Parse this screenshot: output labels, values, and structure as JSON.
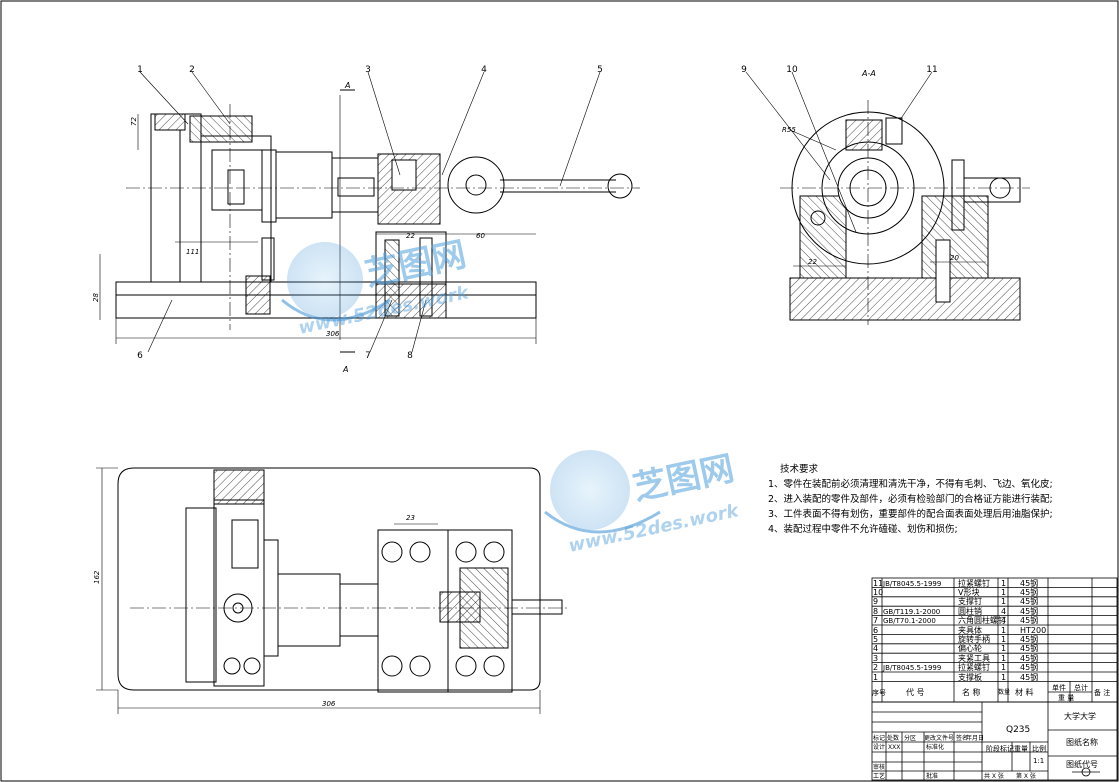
{
  "drawing": {
    "balloons": [
      "1",
      "2",
      "3",
      "4",
      "5",
      "6",
      "7",
      "8",
      "9",
      "10",
      "11"
    ],
    "section_markers": {
      "top": "A",
      "bottom": "A"
    },
    "section_title": "A-A",
    "dimensions": {
      "front_width": "306",
      "front_height": "28",
      "front_72": "72",
      "front_111": "111",
      "front_22": "22",
      "front_60": "60",
      "radius": "R55",
      "side_22": "22",
      "side_20": "20",
      "plan_23": "23",
      "plan_height": "162",
      "plan_width": "306"
    }
  },
  "watermark": {
    "brand": "芝图网",
    "url": "www.52des.work"
  },
  "requirements": {
    "title": "技术要求",
    "lines": [
      "1、零件在装配前必须清理和清洗干净，不得有毛刺、飞边、氧化皮;",
      "2、进入装配的零件及部件，必须有检验部门的合格证方能进行装配;",
      "3、工件表面不得有划伤，重要部件的配合面表面处理后用油脂保护;",
      "4、装配过程中零件不允许磕碰、划伤和损伤;"
    ]
  },
  "bom": {
    "rows": [
      {
        "no": "11",
        "std": "JB/T8045.5-1999",
        "name": "拉紧螺钉",
        "qty": "1",
        "mat": "45钢"
      },
      {
        "no": "10",
        "std": "",
        "name": "V形块",
        "qty": "1",
        "mat": "45钢"
      },
      {
        "no": "9",
        "std": "",
        "name": "支撑钉",
        "qty": "1",
        "mat": "45钢"
      },
      {
        "no": "8",
        "std": "GB/T119.1-2000",
        "name": "圆柱销",
        "qty": "4",
        "mat": "45钢"
      },
      {
        "no": "7",
        "std": "GB/T70.1-2000",
        "name": "六角圆柱螺钉",
        "qty": "4",
        "mat": "45钢"
      },
      {
        "no": "6",
        "std": "",
        "name": "夹具体",
        "qty": "1",
        "mat": "HT200"
      },
      {
        "no": "5",
        "std": "",
        "name": "旋转手柄",
        "qty": "1",
        "mat": "45钢"
      },
      {
        "no": "4",
        "std": "",
        "name": "偏心轮",
        "qty": "1",
        "mat": "45钢"
      },
      {
        "no": "3",
        "std": "",
        "name": "夹紧工具",
        "qty": "1",
        "mat": "45钢"
      },
      {
        "no": "2",
        "std": "JB/T8045.5-1999",
        "name": "拉紧螺钉",
        "qty": "1",
        "mat": "45钢"
      },
      {
        "no": "1",
        "std": "",
        "name": "支撑板",
        "qty": "1",
        "mat": "45钢"
      }
    ],
    "header": {
      "no": "序号",
      "code": "代 号",
      "name": "名 称",
      "qty": "数量",
      "mat": "材 料",
      "unit": "单件",
      "total": "总计",
      "weight": "重 量",
      "note": "备 注"
    }
  },
  "title_block": {
    "material": "Q235",
    "school": "大学大学",
    "drawing_name": "图纸名称",
    "drawing_code": "图纸代号",
    "scale_label": "比例",
    "scale": "1:1",
    "weight_label": "重量",
    "stage_label": "阶段标记",
    "mark_label": "标记",
    "count_label": "处数",
    "zone_label": "分区",
    "change_label": "更改文件号",
    "sign_label": "签名",
    "date_label": "年月日",
    "design_label": "设计",
    "design_value": "XXX",
    "std_label": "标准化",
    "review_label": "审核",
    "process_label": "工艺",
    "approve_label": "批准",
    "sheets": "共  X 张",
    "sheet_no": "第  X 张"
  }
}
